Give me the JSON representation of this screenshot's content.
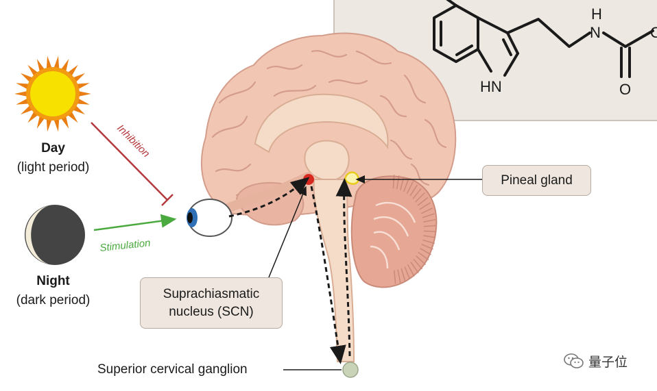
{
  "labels": {
    "day_title": "Day",
    "day_sub": "(light period)",
    "night_title": "Night",
    "night_sub": "(dark period)",
    "inhibition": "Inhibition",
    "stimulation": "Stimulation",
    "pineal_gland": "Pineal gland",
    "scn_line1": "Suprachiasmatic",
    "scn_line2": "nucleus (SCN)",
    "ganglion": "Superior cervical ganglion"
  },
  "molecule": {
    "hn": "HN",
    "h": "H",
    "n": "N",
    "o": "O"
  },
  "watermark": {
    "text": "量子位",
    "icon": "wechat-icon"
  },
  "colors": {
    "brain": "#f1c6b3",
    "inhibition": "#b5383c",
    "stimulation": "#4aaa3f",
    "scn": "#d6281e",
    "pineal": "#e8cc1a",
    "sun": "#f7c600",
    "sun_rays": "#e97e14",
    "moon": "#444444",
    "ganglion": "#c9d3b8",
    "box_bg": "#efe7df",
    "inset_bg": "#ede8e1"
  }
}
